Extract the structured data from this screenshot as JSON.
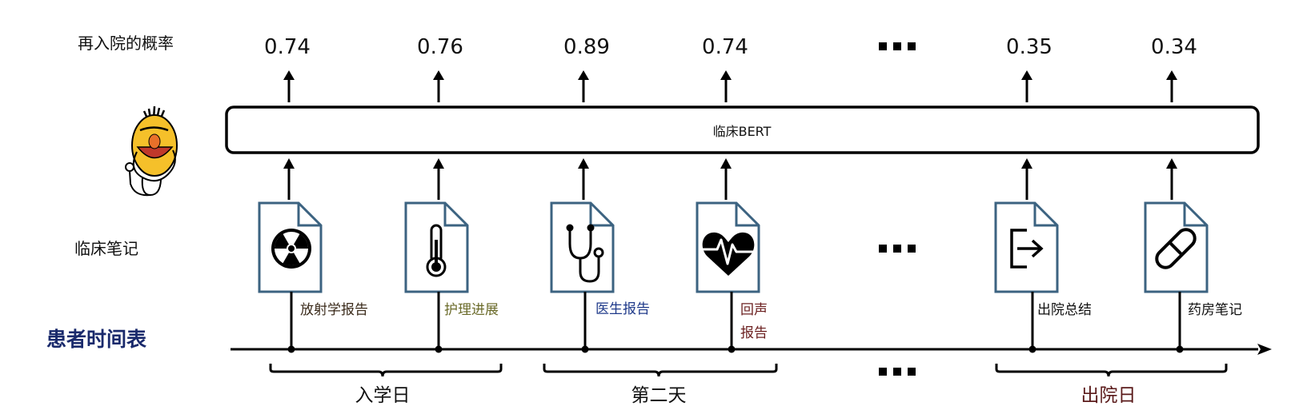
{
  "labels": {
    "readmission_probability": "再入院的概率",
    "clinical_notes": "临床笔记",
    "patient_timeline": "患者时间表",
    "model": "临床BERT"
  },
  "probabilities": [
    "0.74",
    "0.76",
    "0.89",
    "0.74",
    "0.35",
    "0.34"
  ],
  "notes": [
    {
      "label": "放射学报告",
      "icon": "radiation-icon",
      "color": "#3a2a1a"
    },
    {
      "label": "护理进展",
      "icon": "thermometer-icon",
      "color": "#6b6b2a"
    },
    {
      "label": "医生报告",
      "icon": "stethoscope-icon",
      "color": "#1f3a8a"
    },
    {
      "label": "回声报告",
      "icon": "heart-pulse-icon",
      "color": "#6b1f1f"
    },
    {
      "label": "出院总结",
      "icon": "exit-arrow-icon",
      "color": "#111111"
    },
    {
      "label": "药房笔记",
      "icon": "pill-icon",
      "color": "#111111"
    }
  ],
  "periods": [
    "入学日",
    "第二天",
    "出院日"
  ],
  "colors": {
    "doc_outline": "#3c6381",
    "timeline_title": "#1a2a6c",
    "discharge_day": "#5a1a1a",
    "mascot_face": "#f5c02a",
    "mascot_mouth": "#c0392b"
  }
}
